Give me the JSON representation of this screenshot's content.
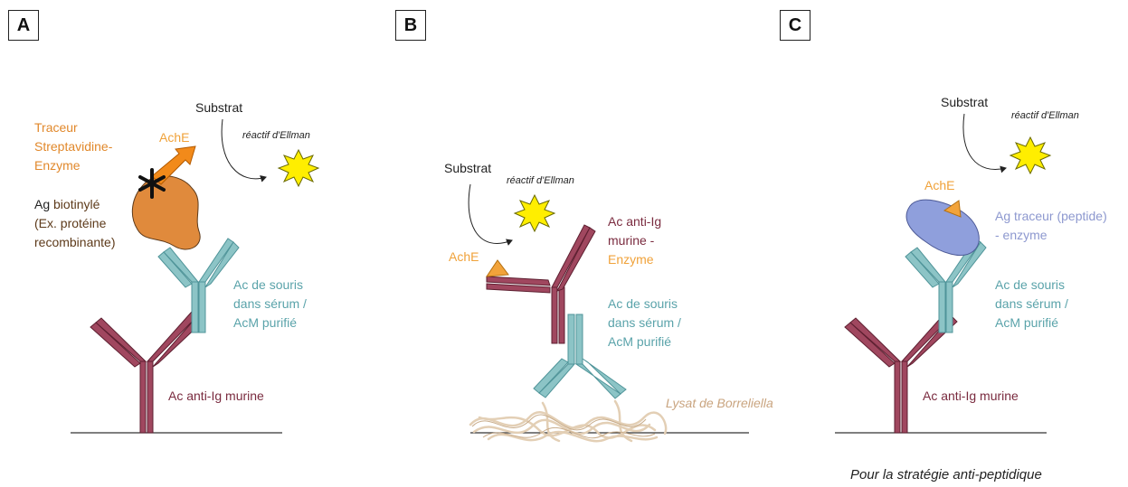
{
  "panels": [
    "A",
    "B",
    "C"
  ],
  "panel_a": {
    "traceur_line1": "Traceur",
    "traceur_line2": "Streptavidine-",
    "traceur_line3": "Enzyme",
    "ache": "AchE",
    "substrat": "Substrat",
    "ellman": "réactif d'Ellman",
    "ag_prefix": "Ag",
    "ag_word": "biotinylé",
    "ag_line2": "(Ex. protéine",
    "ag_line3": "recombinante)",
    "ac_souris_line1": "Ac de souris",
    "ac_souris_line2": "dans sérum /",
    "ac_souris_line3": "AcM purifié",
    "ac_anti": "Ac anti-Ig murine"
  },
  "panel_b": {
    "substrat": "Substrat",
    "ellman": "réactif d'Ellman",
    "ache": "AchE",
    "ac_anti_line1": "Ac anti-Ig",
    "ac_anti_line2": "murine -",
    "ac_anti_line3": "Enzyme",
    "ac_souris_line1": "Ac de souris",
    "ac_souris_line2": "dans sérum /",
    "ac_souris_line3": "AcM purifié",
    "lysat": "Lysat de Borreliella"
  },
  "panel_c": {
    "substrat": "Substrat",
    "ellman": "réactif d'Ellman",
    "ache": "AchE",
    "ag_traceur_line1": "Ag traceur (peptide)",
    "ag_traceur_line2": "- enzyme",
    "ac_souris_line1": "Ac de souris",
    "ac_souris_line2": "dans sérum /",
    "ac_souris_line3": "AcM purifié",
    "ac_anti": "Ac anti-Ig murine",
    "caption": "Pour la stratégie anti-peptidique"
  },
  "colors": {
    "teal": "#8cc4c6",
    "teal_dark": "#4f9499",
    "maroon": "#a0475f",
    "maroon_dark": "#5d1f30",
    "orange_blob": "#e08a3c",
    "ache_triangle": "#f2a33a",
    "burst": "#ffee00",
    "violet": "#8f9fdc"
  }
}
